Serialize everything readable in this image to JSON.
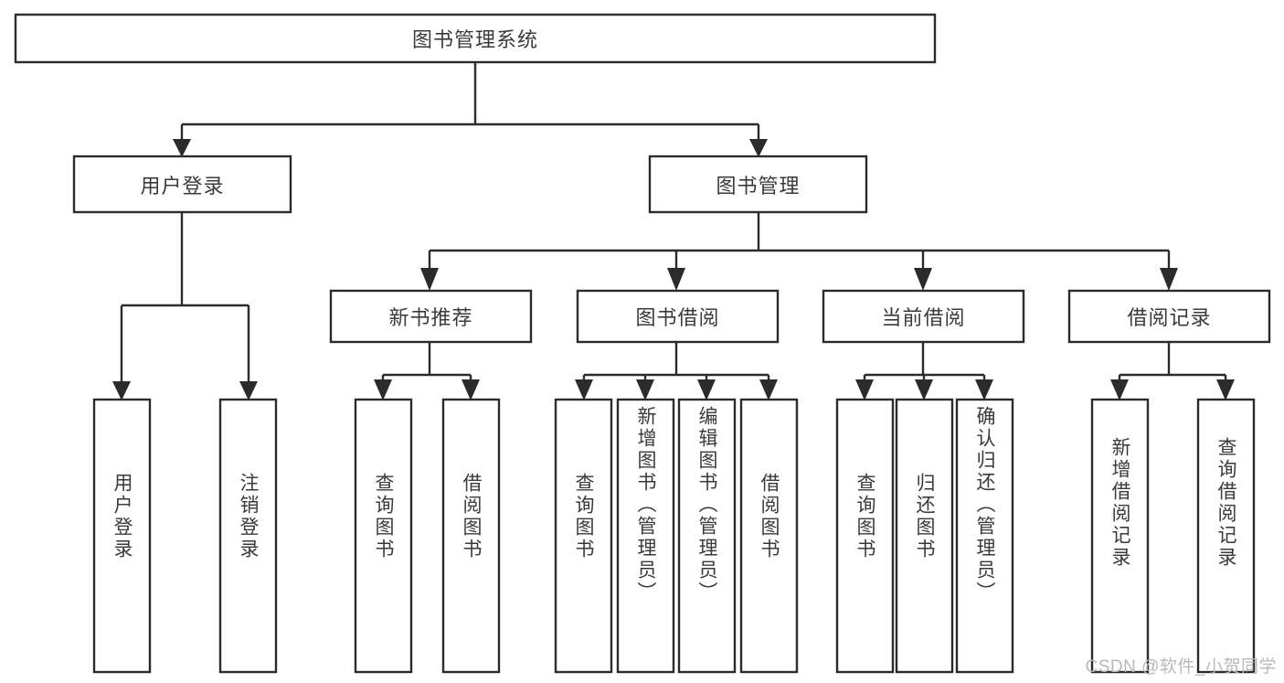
{
  "diagram": {
    "type": "tree",
    "title_node": "图书管理系统",
    "watermark": "CSDN @软件_小贺同学",
    "colors": {
      "box_stroke": "#2b2b2b",
      "box_fill": "#ffffff",
      "text": "#3a3a3a",
      "connector": "#2b2b2b",
      "watermark": "#b9b9b9",
      "background": "#ffffff"
    },
    "nodes": {
      "root": {
        "label": "图书管理系统"
      },
      "level2": [
        {
          "label": "用户登录"
        },
        {
          "label": "图书管理"
        }
      ],
      "level3": [
        {
          "label": "新书推荐"
        },
        {
          "label": "图书借阅"
        },
        {
          "label": "当前借阅"
        },
        {
          "label": "借阅记录"
        }
      ],
      "leaves": [
        {
          "label": "用户登录"
        },
        {
          "label": "注销登录"
        },
        {
          "label": "查询图书"
        },
        {
          "label": "借阅图书"
        },
        {
          "label": "查询图书"
        },
        {
          "label": "新增图书（管理员）"
        },
        {
          "label": "编辑图书（管理员）"
        },
        {
          "label": "借阅图书"
        },
        {
          "label": "查询图书"
        },
        {
          "label": "归还图书"
        },
        {
          "label": "确认归还（管理员）"
        },
        {
          "label": "新增借阅记录"
        },
        {
          "label": "查询借阅记录"
        }
      ]
    },
    "edges": [
      {
        "from": "图书管理系统",
        "to": "用户登录"
      },
      {
        "from": "图书管理系统",
        "to": "图书管理"
      },
      {
        "from": "用户登录",
        "to": "用户登录"
      },
      {
        "from": "用户登录",
        "to": "注销登录"
      },
      {
        "from": "图书管理",
        "to": "新书推荐"
      },
      {
        "from": "图书管理",
        "to": "图书借阅"
      },
      {
        "from": "图书管理",
        "to": "当前借阅"
      },
      {
        "from": "图书管理",
        "to": "借阅记录"
      },
      {
        "from": "新书推荐",
        "to": "查询图书"
      },
      {
        "from": "新书推荐",
        "to": "借阅图书"
      },
      {
        "from": "图书借阅",
        "to": "查询图书"
      },
      {
        "from": "图书借阅",
        "to": "新增图书（管理员）"
      },
      {
        "from": "图书借阅",
        "to": "编辑图书（管理员）"
      },
      {
        "from": "图书借阅",
        "to": "借阅图书"
      },
      {
        "from": "当前借阅",
        "to": "查询图书"
      },
      {
        "from": "当前借阅",
        "to": "归还图书"
      },
      {
        "from": "当前借阅",
        "to": "确认归还（管理员）"
      },
      {
        "from": "借阅记录",
        "to": "新增借阅记录"
      },
      {
        "from": "借阅记录",
        "to": "查询借阅记录"
      }
    ]
  }
}
